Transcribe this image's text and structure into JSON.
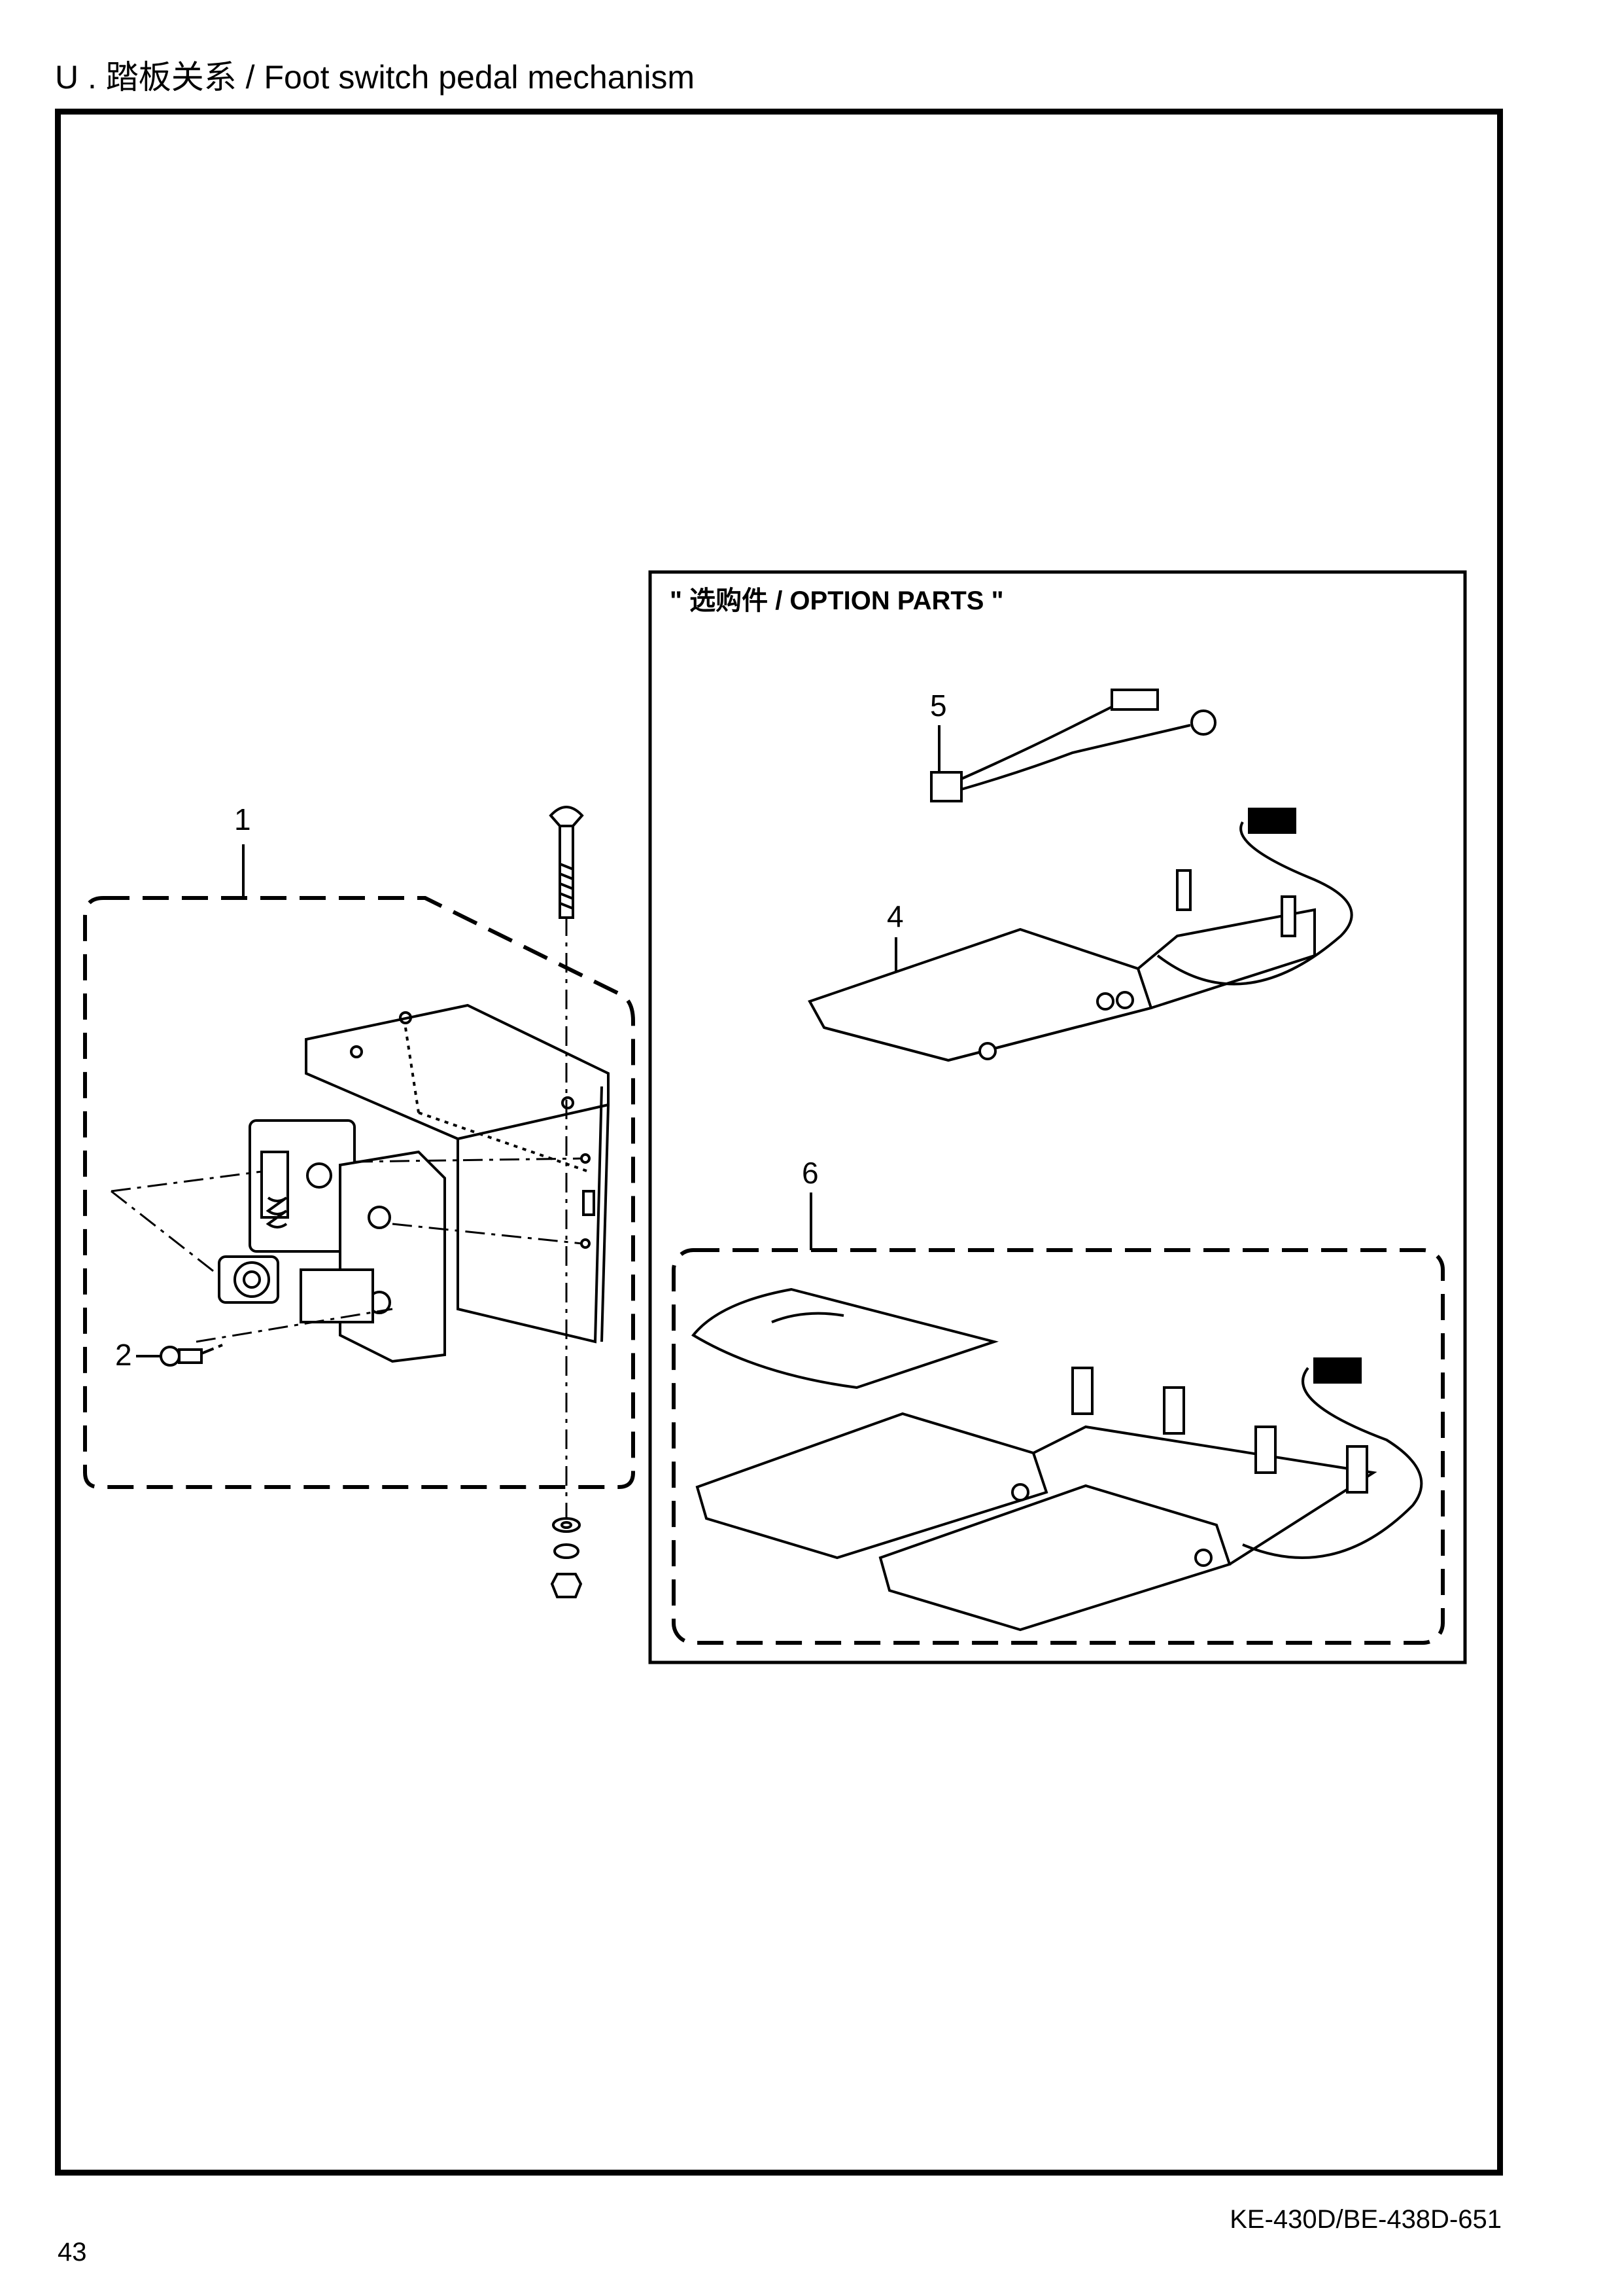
{
  "page": {
    "title": "U . 踏板关系 / Foot switch pedal mechanism",
    "model_code": "KE-430D/BE-438D-651",
    "page_number": "43"
  },
  "option_box": {
    "title": "\" 选购件 / OPTION PARTS \""
  },
  "callouts": {
    "c1": "1",
    "c2": "2",
    "c4": "4",
    "c5": "5",
    "c6": "6"
  }
}
